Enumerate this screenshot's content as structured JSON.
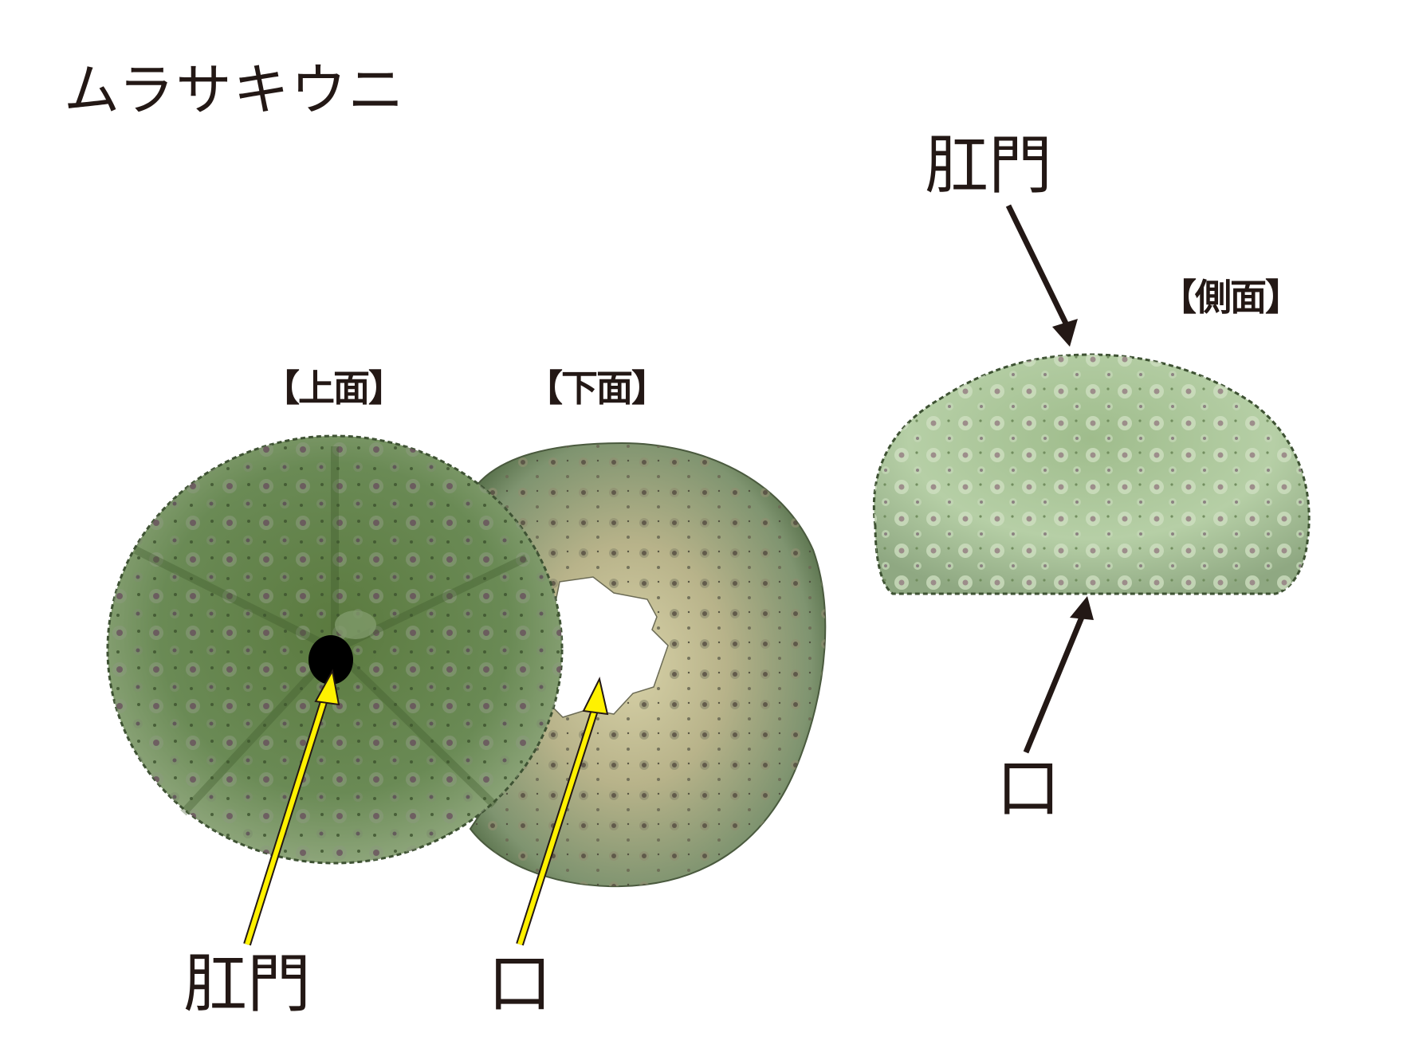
{
  "title": "ムラサキウニ",
  "views": {
    "top": "【上面】",
    "bottom": "【下面】",
    "side": "【側面】"
  },
  "labels": {
    "top_anus": "肛門",
    "bottom_mouth": "口",
    "side_anus": "肛門",
    "side_mouth": "口"
  },
  "colors": {
    "text": "#231815",
    "arrow_yellow": "#fff100",
    "arrow_dark": "#231815",
    "shell_green_dark": "#5e7a47",
    "shell_green_light": "#a9c49a",
    "shell_bottom_tan": "#b8b48a",
    "anus_hole": "#000000"
  }
}
